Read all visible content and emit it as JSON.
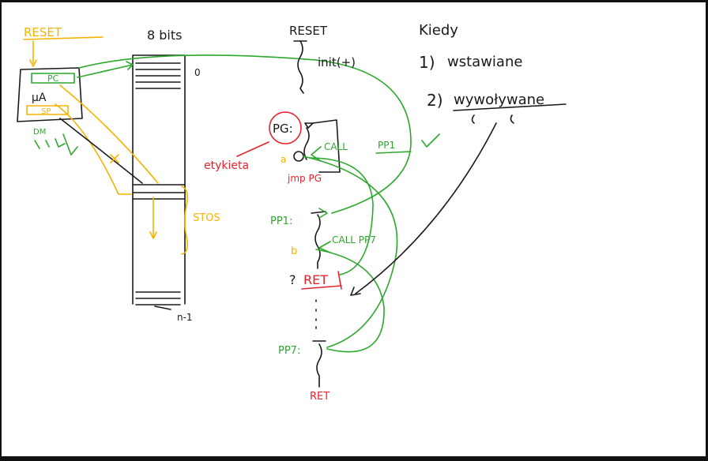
{
  "labels": {
    "reset_left": "RESET",
    "bits": "8 bits",
    "pc": "PC",
    "uk": "μΑ",
    "sp": "SP",
    "dev": "DM",
    "zero": "0",
    "n_minus_1": "n-1",
    "stos": "STOS",
    "reset_top": "RESET",
    "init": "init(+)",
    "pg": "PG:",
    "ip": "etykieta",
    "a": "a",
    "jmp_pg": "jmp PG",
    "call_pp1": "CALL",
    "pp1_ref": "PP1",
    "pp1_label": "PP1:",
    "b": "b",
    "call_pp7": "CALL PP7",
    "ret1": "RET",
    "question": "?",
    "pp7_label": "PP7:",
    "ret2": "RET",
    "kiedy": "Kiedy",
    "item1_num": "1)",
    "item1_text": "wstawiane",
    "item2_num": "2)",
    "item2_text": "wywoływane"
  },
  "colors": {
    "black": "#1a1a1a",
    "orange": "#f5b400",
    "green": "#2ca82c",
    "red": "#e8232b"
  }
}
